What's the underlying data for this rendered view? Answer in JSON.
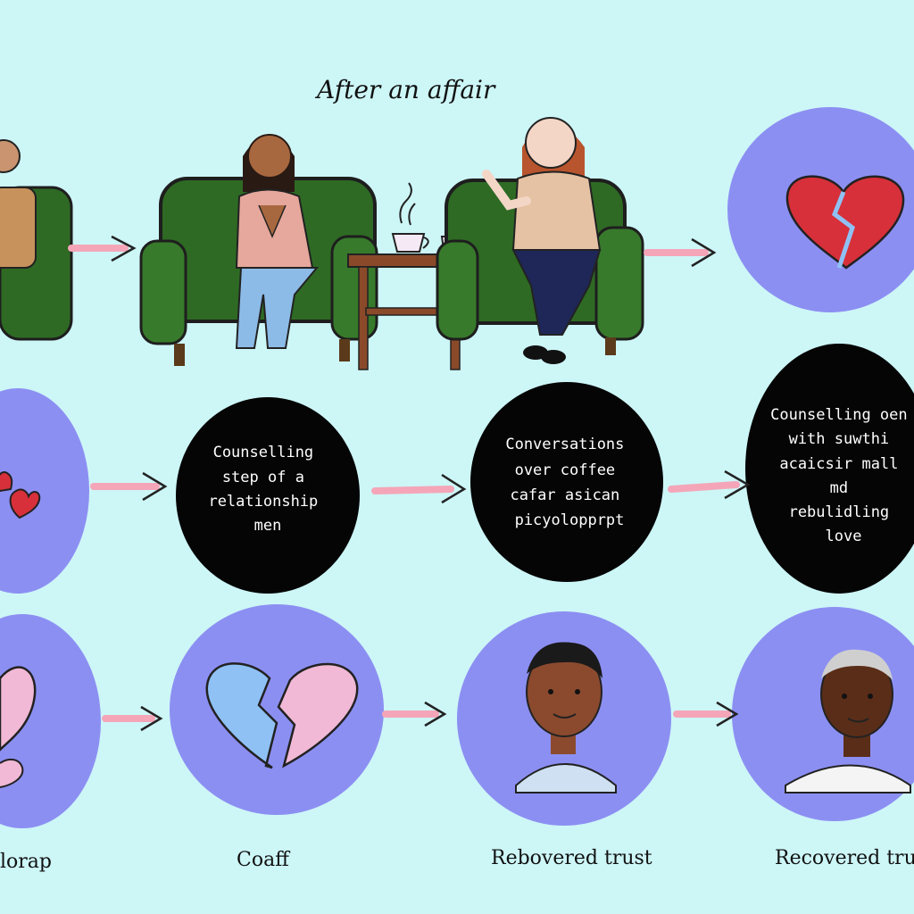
{
  "title": "After an affair",
  "bubbles": {
    "b1": [
      "Counselling",
      "step of a",
      "relationship",
      "men"
    ],
    "b2": [
      "Conversations",
      "over coffee",
      "cafar asican",
      "picyolopprpt"
    ],
    "b3": [
      "Counselling oen",
      "with suwthi",
      "acaicsir mall",
      "md",
      "rebulidling",
      "love"
    ]
  },
  "captions": {
    "c1": "lorap",
    "c2": "Coaff",
    "c3": "Rebovered trust",
    "c4": "Recovered trus"
  },
  "colors": {
    "background": "#cdf6f7",
    "circle": "#8c8ff2",
    "bubble": "#050505",
    "arrow": "#f4a6b8",
    "sofa": "#2e6a24",
    "heart_red": "#d7303a",
    "heart_pink": "#f1b9d6",
    "heart_blue": "#8fc1f5"
  },
  "icons": [
    "broken-heart-icon",
    "coffee-cup-icon",
    "arrow-icon",
    "person-avatar-icon",
    "sofa-icon"
  ]
}
